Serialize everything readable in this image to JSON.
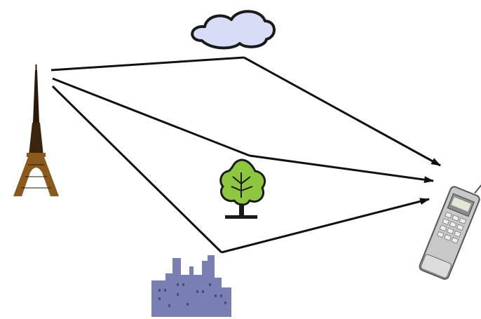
{
  "diagram": {
    "nodes": [
      {
        "id": "transmitter",
        "icon": "eiffel-tower-icon"
      },
      {
        "id": "sky",
        "icon": "cloud-icon"
      },
      {
        "id": "vegetation",
        "icon": "tree-icon"
      },
      {
        "id": "buildings",
        "icon": "factory-buildings-icon"
      },
      {
        "id": "receiver",
        "icon": "mobile-phone-icon"
      }
    ],
    "paths": [
      {
        "from": "transmitter",
        "via": "sky",
        "to": "receiver"
      },
      {
        "from": "transmitter",
        "via": "vegetation",
        "to": "receiver"
      },
      {
        "from": "transmitter",
        "via": "buildings",
        "to": "receiver"
      }
    ],
    "colors": {
      "tower": "#8a5a1c",
      "tower_dark": "#2b1a08",
      "cloud_fill": "#d9dcf7",
      "cloud_stroke": "#1a1a1a",
      "tree_leaf": "#8dc63f",
      "tree_trunk": "#1a1a1a",
      "buildings": "#7a7fb3",
      "phone_body": "#c8c8c8",
      "arrow": "#111111"
    }
  }
}
